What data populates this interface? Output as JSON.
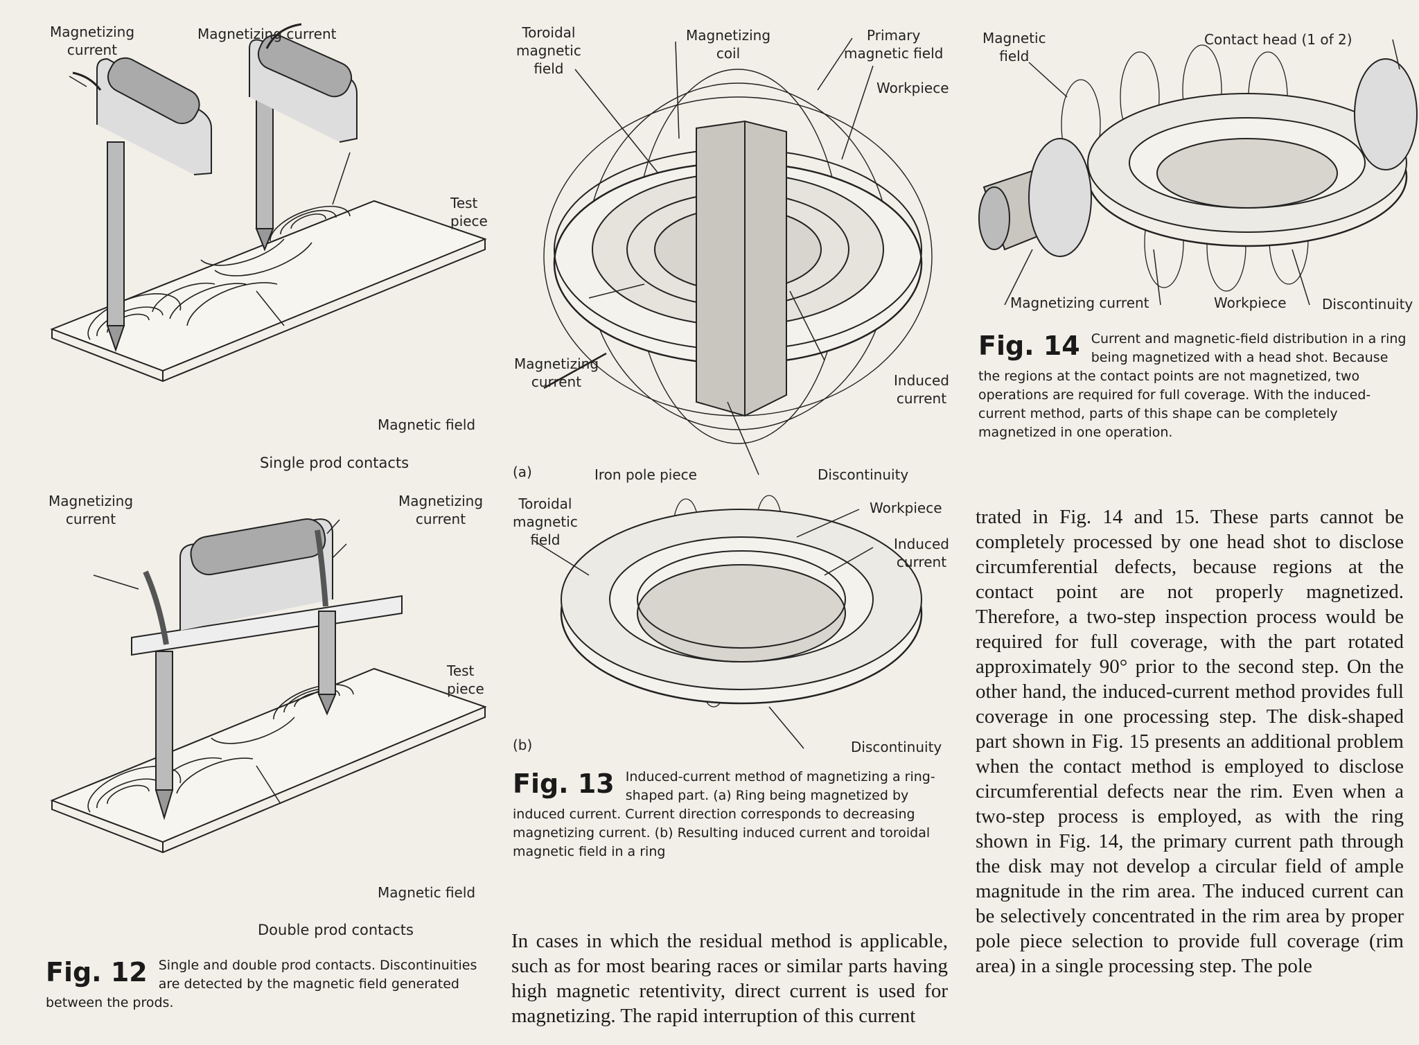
{
  "fig12": {
    "labels": {
      "mag_current_tl": "Magnetizing\ncurrent",
      "mag_current_tr": "Magnetizing current",
      "test_piece_top": "Test\npiece",
      "magnetic_field_top": "Magnetic field",
      "single_caption": "Single prod contacts",
      "mag_current_bl": "Magnetizing\ncurrent",
      "mag_current_br": "Magnetizing\ncurrent",
      "test_piece_bottom": "Test\npiece",
      "magnetic_field_bottom": "Magnetic field",
      "double_caption": "Double prod contacts"
    },
    "number": "Fig. 12",
    "caption": "Single and double prod contacts. Discontinuities are detected by the magnetic field generated between the prods."
  },
  "fig13": {
    "labels": {
      "toroidal_a": "Toroidal\nmagnetic\nfield",
      "coil": "Magnetizing\ncoil",
      "primary_field": "Primary\nmagnetic field",
      "workpiece_a": "Workpiece",
      "mag_current": "Magnetizing\ncurrent",
      "induced_a": "Induced\ncurrent",
      "part_a": "(a)",
      "iron_pole": "Iron pole piece",
      "discontinuity_a": "Discontinuity",
      "toroidal_b": "Toroidal\nmagnetic\nfield",
      "workpiece_b": "Workpiece",
      "induced_b": "Induced\ncurrent",
      "part_b": "(b)",
      "discontinuity_b": "Discontinuity"
    },
    "number": "Fig. 13",
    "caption": "Induced-current method of magnetizing a ring-shaped part. (a) Ring being magnetized by induced current. Current direction corresponds to decreasing magnetizing current. (b) Resulting induced current and toroidal magnetic field in a ring"
  },
  "fig14": {
    "labels": {
      "magnetic_field": "Magnetic\nfield",
      "contact_head": "Contact head (1 of 2)",
      "mag_current": "Magnetizing current",
      "workpiece": "Workpiece",
      "discontinuity": "Discontinuity"
    },
    "number": "Fig. 14",
    "caption": "Current and magnetic-field distribution in a ring being magnetized with a head shot. Because the regions at the contact points are not magnetized, two operations are required for full coverage. With the induced-current method, parts of this shape can be completely magnetized in one operation."
  },
  "text": {
    "middle_column": "In cases in which the residual method is applicable, such as for most bearing races or similar parts having high magnetic retentivity, direct current is used for magnetizing. The rapid interruption of this current",
    "right_column": "trated in Fig. 14 and 15. These parts cannot be completely processed by one head shot to disclose circumferential defects, because regions at the contact point are not properly magnetized. Therefore, a two-step inspection process would be required for full coverage, with the part rotated approximately 90° prior to the second step. On the other hand, the induced-current method provides full coverage in one processing step. The disk-shaped part shown in Fig. 15 presents an additional problem when the contact method is employed to disclose circumferential defects near the rim. Even when a two-step process is employed, as with the ring shown in Fig. 14, the primary current path through the disk may not develop a circular field of ample magnitude in the rim area. The induced current can be selectively concentrated in the rim area by proper pole piece selection to provide full coverage (rim area) in a single processing step. The pole"
  }
}
